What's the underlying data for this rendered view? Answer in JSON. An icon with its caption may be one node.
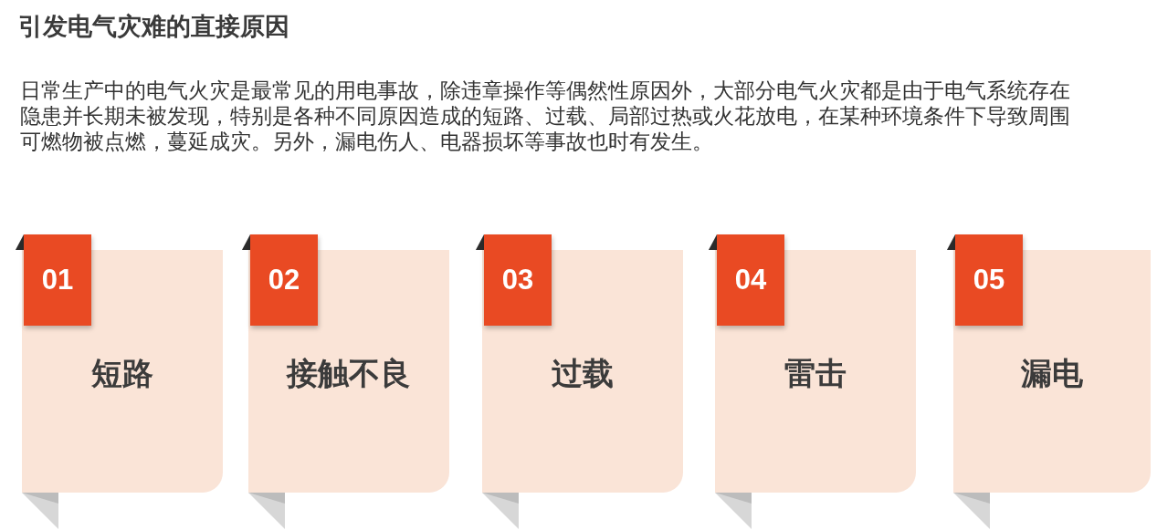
{
  "diagram": {
    "title": "引发电气灾难的直接原因",
    "nodes": [
      {
        "text": [
          "01",
          "短路"
        ]
      },
      {
        "text": [
          "02",
          "接触不良"
        ]
      },
      {
        "text": [
          "03",
          "过载"
        ]
      },
      {
        "text": [
          "04",
          "雷击"
        ]
      },
      {
        "text": [
          "05",
          "漏电"
        ]
      }
    ],
    "labels": [
      "日常生产中的电气火灾是最常见的用电事故，除违章操作等偶然性原因外，大部分电气火灾都是由于电气系统存在隐患并长期未被发现，特别是各种不同原因造成的短路、过载、局部过热或火花放电，在某种环境条件下导致周围可燃物被点燃，蔓延成灾。另外，漏电伤人、电器损坏等事故也时有发生。"
    ]
  }
}
